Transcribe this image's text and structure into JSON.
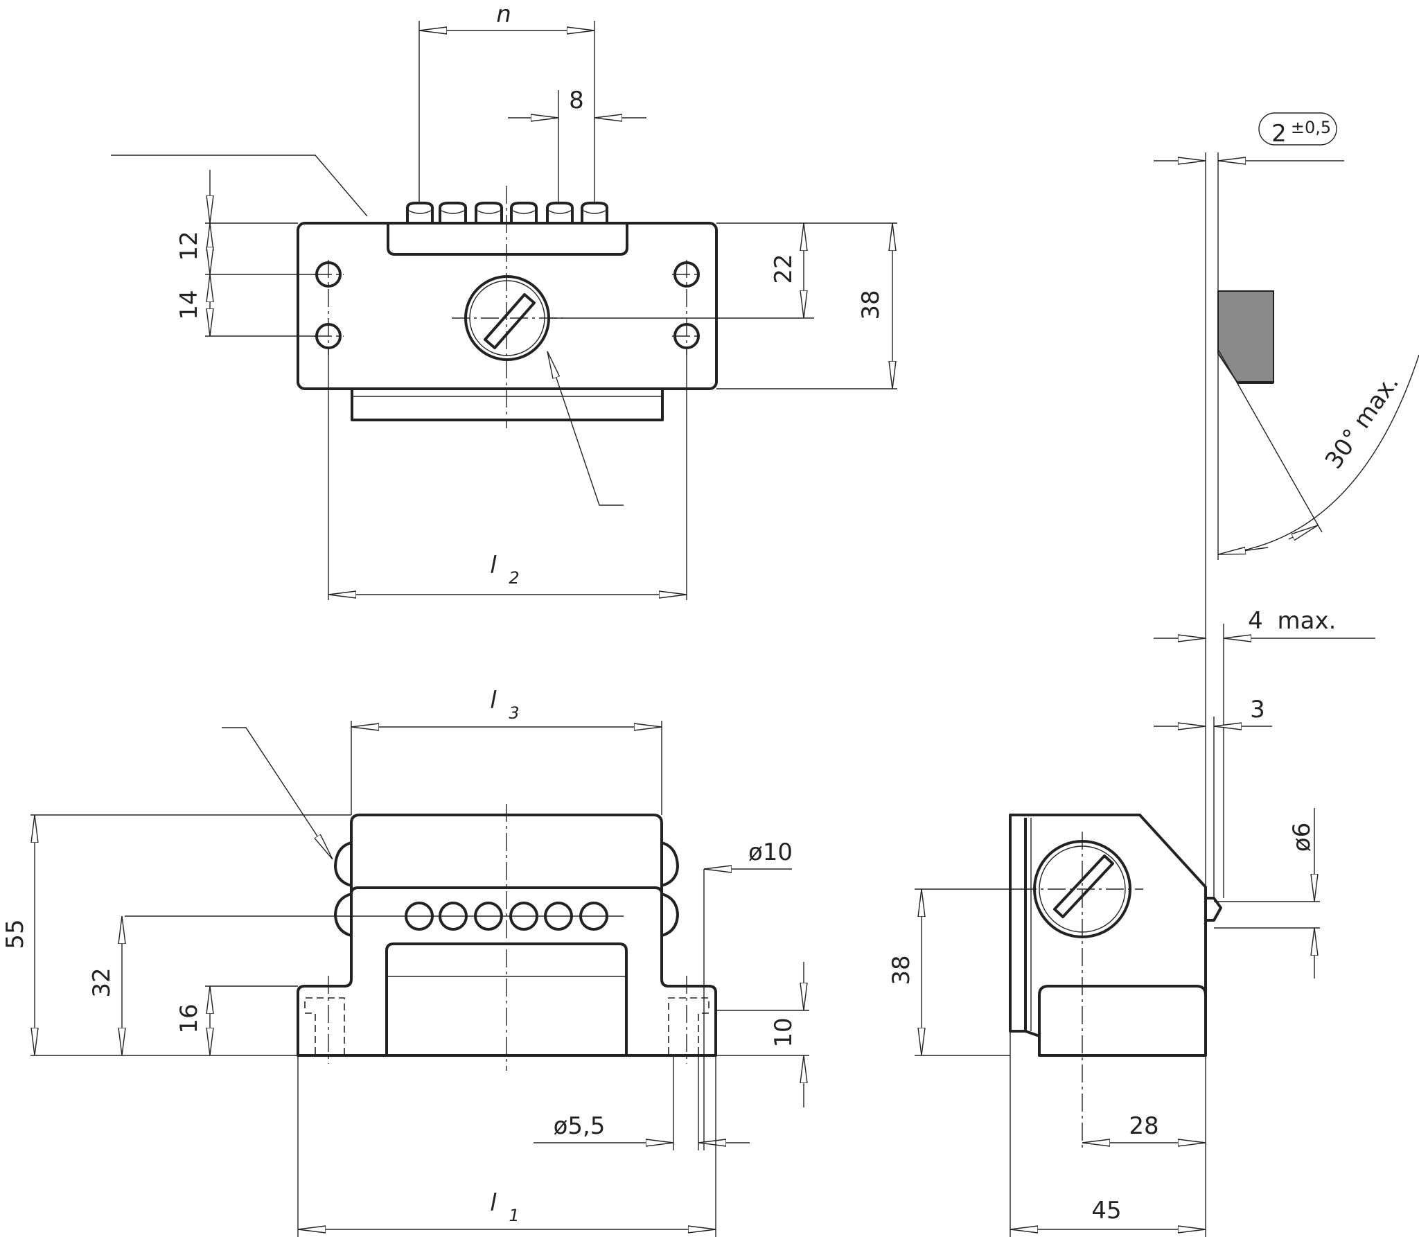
{
  "colors": {
    "line": "#222222",
    "shade": "#8a8a8a",
    "background": "#ffffff"
  },
  "front_view": {
    "dim_n": "n",
    "dim_pitch": "8",
    "dim_12": "12",
    "dim_14": "14",
    "dim_22": "22",
    "dim_38": "38",
    "dim_l2": "l",
    "dim_l2_sub": "2"
  },
  "bottom_view": {
    "dim_l3": "l",
    "dim_l3_sub": "3",
    "dim_55": "55",
    "dim_32": "32",
    "dim_16": "16",
    "dim_10": "10",
    "dim_d10": "ø10",
    "dim_d55": "ø5,5",
    "dim_l1": "l",
    "dim_l1_sub": "1"
  },
  "side_view": {
    "dim_tol_base": "2",
    "dim_tol": "±0,5",
    "dim_30": "30° max.",
    "dim_4": "4",
    "dim_4_max": "max.",
    "dim_3": "3",
    "dim_d6": "ø6",
    "dim_38": "38",
    "dim_28": "28",
    "dim_45": "45"
  }
}
